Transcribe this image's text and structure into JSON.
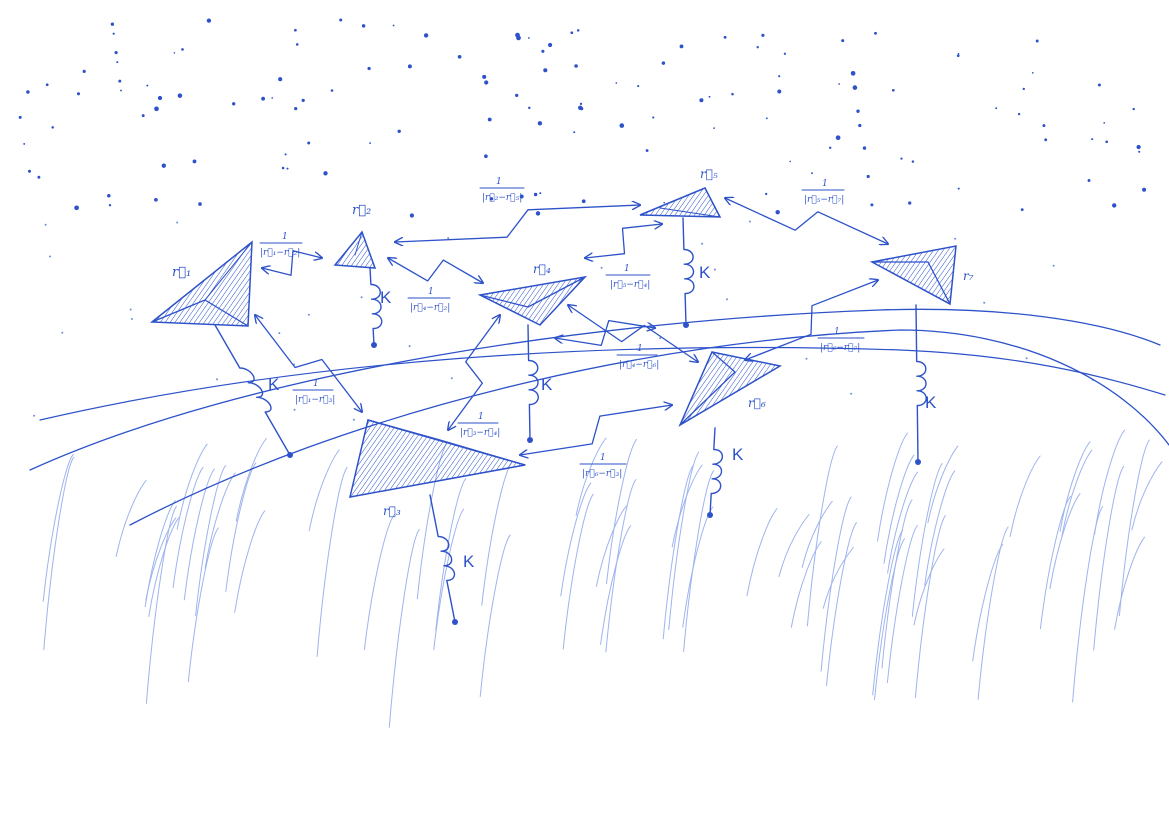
{
  "labels": {
    "r1": "r⃗₁",
    "r2": "r⃗₂",
    "r3": "r⃗₃",
    "r4": "r⃗₄",
    "r5": "r⃗₅",
    "r6": "r⃗₆",
    "r7": "r₇"
  },
  "spring_constant": "K",
  "fraction": {
    "numerator": "1"
  },
  "fractions": {
    "r1_r2": "|r⃗₁−r⃗₂|",
    "r2_r5": "|r⃗₂−r⃗₅|",
    "r4_r2": "|r⃗₄−r⃗₂|",
    "r5_r4": "|r⃗₅−r⃗₄|",
    "r5_r7": "|r⃗₅−r⃗₇|",
    "r6_r7": "|r⃗₆−r⃗₇|",
    "r4_r6": "|r⃗₄−r⃗₆|",
    "r1_r3": "|r⃗₁−r⃗₃|",
    "r3_r4": "|r⃗₃−r⃗₄|",
    "r6_r3": "|r⃗₆−r⃗₃|"
  },
  "colors": {
    "ink": "#2d52c9",
    "paper": "#ffffff"
  }
}
